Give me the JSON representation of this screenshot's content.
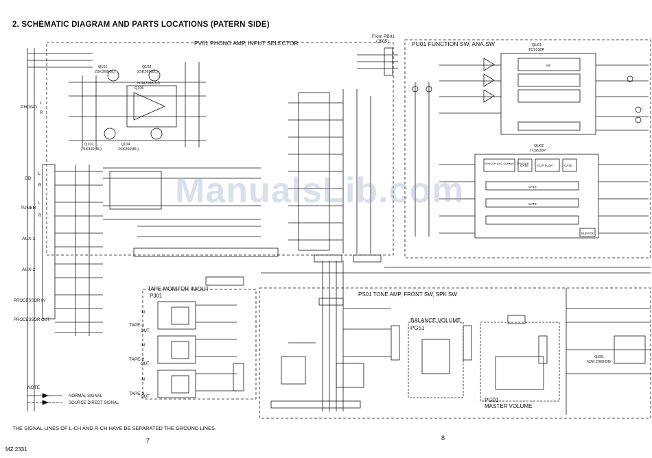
{
  "title": "2. SCHEMATIC DIAGRAM AND PARTS LOCATIONS (PATERN SIDE)",
  "blocks": {
    "pv01": "PV01  PHONO AMP, INPUT SELECTOR",
    "pu01": "PU01  FUNCTION SW, ANA.SW",
    "pj01_title": "TAPE MONITOR IN/OUT",
    "pj01": "PJ01",
    "ps01": "PS01  TONE AMP, FRONT SW, SPK SW",
    "balance": "BALANCE VOLUME",
    "pg51": "PG51",
    "pg01": "PG01",
    "master": "MASTER VOLUME",
    "from": "From PB01",
    "from2": "(J805)"
  },
  "inputs": {
    "phono": "PHONO",
    "cd": "CD",
    "tuner": "TUNER",
    "aux1": "AUX-1",
    "aux2": "AUX-2",
    "processor_in": "PROCESSOR IN",
    "processor_out": "PROCESSOR OUT"
  },
  "tapes": {
    "tape1": "TAPE-1",
    "tape2": "TAPE-2",
    "tape3": "TAPE-3",
    "in": "IN",
    "out": "OUT"
  },
  "channels": {
    "l": "L",
    "r": "R"
  },
  "parts": {
    "q101": "Q101",
    "q101_type": "2SK369(BL)",
    "q102": "Q102",
    "q102_type": "2SK369(BL)",
    "q103": "Q103",
    "q103_type": "2SK369(BL)",
    "q104": "Q104",
    "q104_type": "2SK369(BL)",
    "q105": "Q105",
    "q105_type": "NJM2068-DD",
    "qu01": "QU01",
    "qu01_type": "TC9130P",
    "qu02": "QU02",
    "qu02_type": "TC9130P",
    "qs01": "QS01",
    "qs01_type": "NJM 2068-DD"
  },
  "ic_blocks": {
    "sensor": "SENSOR AND SCHMIDT TRIGGER",
    "gate": "GATE",
    "flipflop": "FLIP FLOP",
    "gate2": "GATE",
    "buffer": "BUFFER",
    "sw": "SW",
    "gate3": "GATE",
    "gate4": "GATE"
  },
  "note": {
    "label": "NOTE",
    "normal": "NORMAL SIGNAL",
    "direct": "SOURCE DIRECT SIGNAL"
  },
  "footnote": "THE SIGNAL LINES OF L-CH AND R-CH HAVE BE SEPARATED THE GROUND LINES.",
  "page_left": "7",
  "page_right": "8",
  "model": "MZ 2331",
  "watermark": "ManualsLib.com"
}
